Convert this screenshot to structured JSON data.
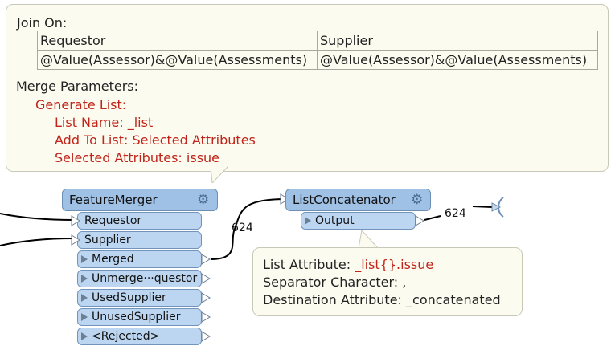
{
  "join_tooltip": {
    "join_on_label": "Join On:",
    "headers": [
      "Requestor",
      "Supplier"
    ],
    "values": [
      "@Value(Assessor)&@Value(Assessments)",
      "@Value(Assessor)&@Value(Assessments)"
    ],
    "merge_params_label": "Merge Parameters:",
    "generate_list": "Generate List:",
    "list_name": "List Name: _list",
    "add_to_list": "Add To List: Selected Attributes",
    "selected_attributes": "Selected Attributes: issue"
  },
  "feature_merger": {
    "title": "FeatureMerger",
    "inputs": [
      "Requestor",
      "Supplier"
    ],
    "outputs": [
      "Merged",
      "Unmerge···questor",
      "UsedSupplier",
      "UnusedSupplier",
      "<Rejected>"
    ]
  },
  "connection_count_1": "624",
  "list_concatenator": {
    "title": "ListConcatenator",
    "outputs": [
      "Output"
    ]
  },
  "connection_count_2": "624",
  "concat_tooltip": {
    "list_attribute_label": "List Attribute: ",
    "list_attribute_value": "_list{}.issue",
    "separator": "Separator Character: ,",
    "destination": "Destination Attribute: _concatenated"
  },
  "icons": [
    "gear-icon",
    "port-arrow-icon"
  ],
  "colors": {
    "node_header": "#9fc1e6",
    "node_port": "#bcd6f1",
    "param_red": "#c0241a",
    "tooltip_bg": "#fbfbef"
  }
}
